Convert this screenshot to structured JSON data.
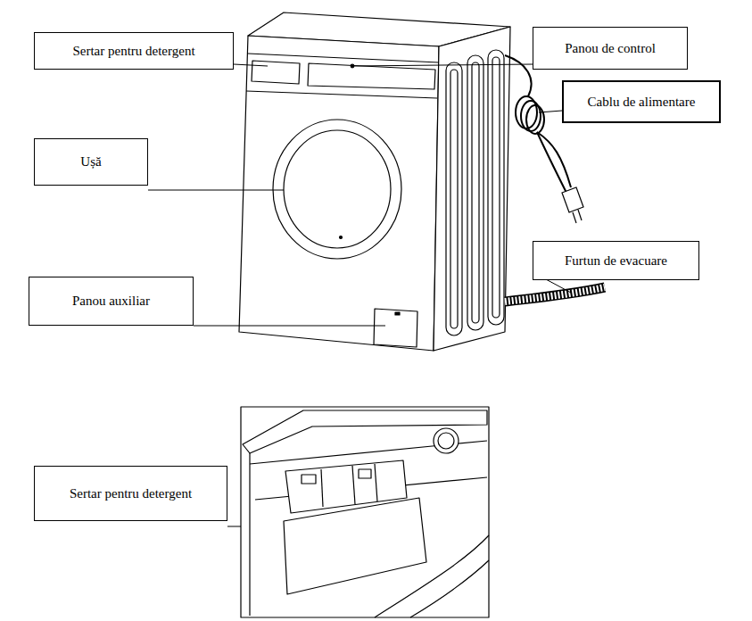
{
  "diagram": {
    "nodes": [
      {
        "text": [
          "Sertar pentru detergent"
        ]
      },
      {
        "text": [
          "Panou de control"
        ]
      },
      {
        "text": [
          "Cablu de alimentare"
        ]
      },
      {
        "text": [
          "Ușă"
        ]
      },
      {
        "text": [
          "Furtun de evacuare"
        ]
      },
      {
        "text": [
          "Panou auxiliar"
        ]
      },
      {
        "text": [
          "Sertar pentru detergent"
        ]
      }
    ]
  }
}
